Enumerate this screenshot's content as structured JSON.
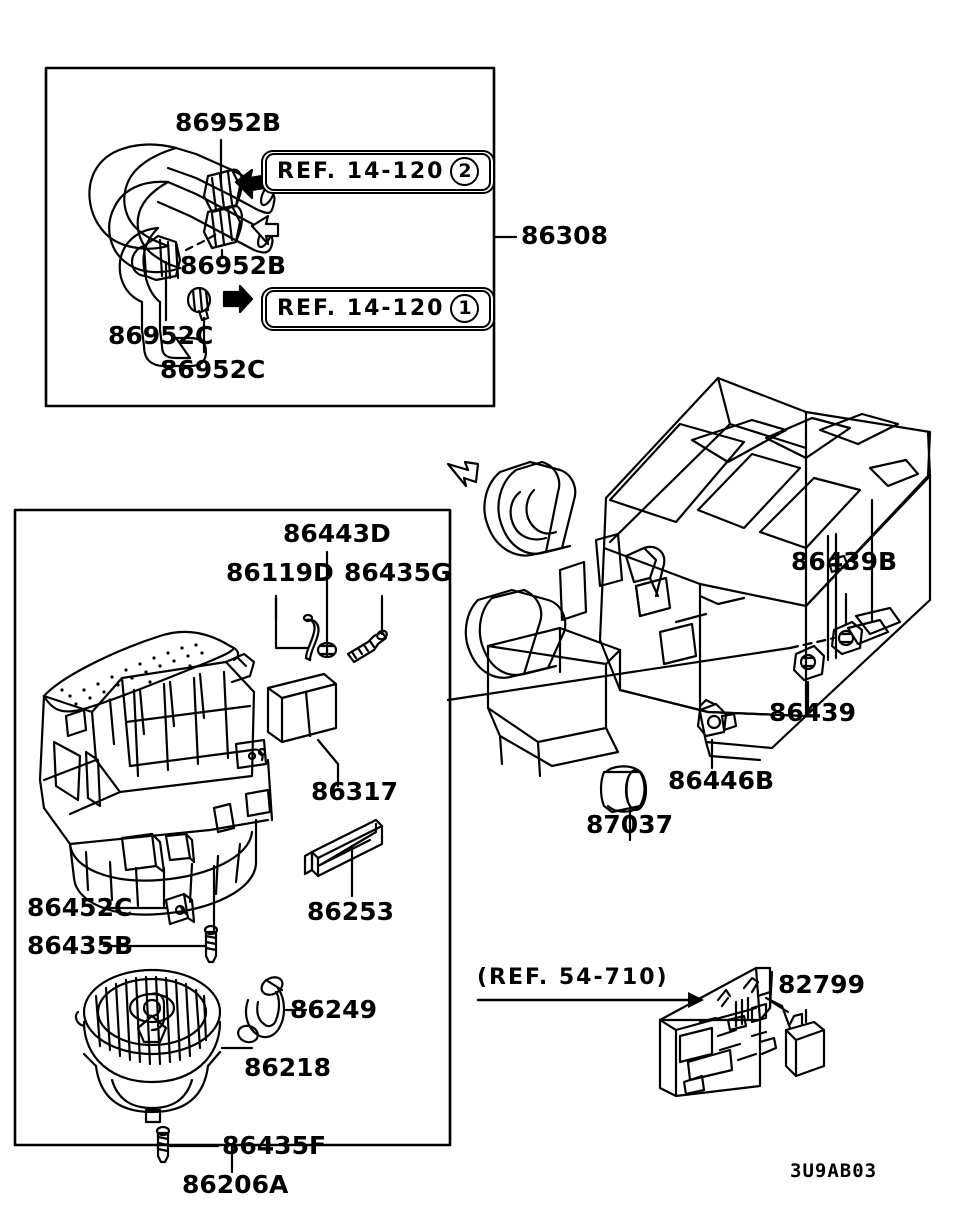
{
  "diagram": {
    "drawing_code": "3U9AB03",
    "panels": [
      {
        "id": "panel-top",
        "callout": "86308"
      },
      {
        "id": "panel-bottom",
        "callout": "86206A"
      }
    ],
    "top_panel": {
      "labels": [
        {
          "name": "86952B-upper",
          "text": "86952B"
        },
        {
          "name": "86952B-lower",
          "text": "86952B"
        },
        {
          "name": "86952C-left",
          "text": "86952C"
        },
        {
          "name": "86952C-lower",
          "text": "86952C"
        }
      ],
      "ref_boxes": [
        {
          "name": "ref-14-120-2",
          "text": "REF. 14-120",
          "circle": "2"
        },
        {
          "name": "ref-14-120-1",
          "text": "REF. 14-120",
          "circle": "1"
        }
      ],
      "assembly_callout": "86308"
    },
    "bottom_panel": {
      "labels": [
        {
          "name": "86443D",
          "text": "86443D"
        },
        {
          "name": "86119D",
          "text": "86119D"
        },
        {
          "name": "86435G",
          "text": "86435G"
        },
        {
          "name": "86317",
          "text": "86317"
        },
        {
          "name": "86253",
          "text": "86253"
        },
        {
          "name": "86452C",
          "text": "86452C"
        },
        {
          "name": "86435B",
          "text": "86435B"
        },
        {
          "name": "86249",
          "text": "86249"
        },
        {
          "name": "86218",
          "text": "86218"
        },
        {
          "name": "86435F",
          "text": "86435F"
        }
      ],
      "assembly_callout": "86206A"
    },
    "heater_unit": {
      "labels": [
        {
          "name": "86439B",
          "text": "86439B"
        },
        {
          "name": "86439",
          "text": "86439"
        },
        {
          "name": "86446B",
          "text": "86446B"
        },
        {
          "name": "87037",
          "text": "87037"
        }
      ]
    },
    "relay_block": {
      "ref_text": "(REF. 54-710)",
      "label": "82799"
    }
  }
}
